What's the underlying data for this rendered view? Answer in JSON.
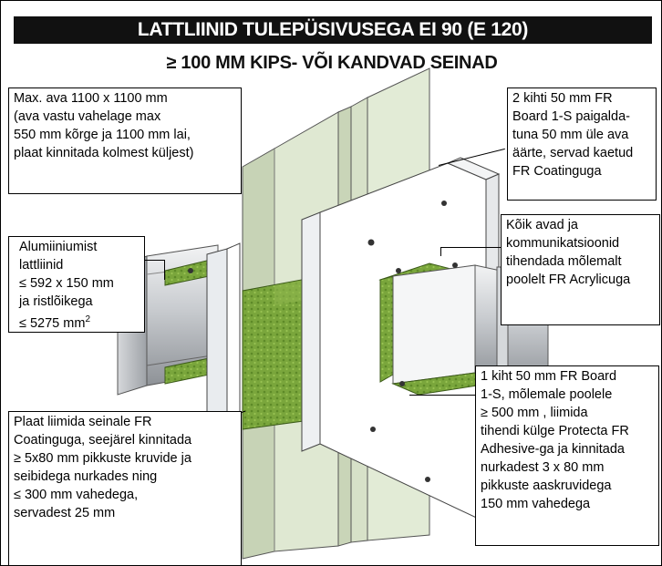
{
  "title": "LATTLIINID TULEPÜSIVUSEGA EI 90 (E 120)",
  "subtitle": "≥ 100 MM KIPS- VÕI KANDVAD SEINAD",
  "callouts": {
    "opening": [
      "Max. ava 1100 x 1100 mm",
      "(ava vastu vahelage max",
      "550 mm kõrge ja 1100 mm lai,",
      "plaat kinnitada kolmest küljest)"
    ],
    "duct": {
      "line1": "Alumiiniumist",
      "line2": "lattliinid",
      "line3": "≤ 592 x 150 mm",
      "line4": "ja ristlõikega",
      "line5": "≤ 5275 mm",
      "line5_sup": "2"
    },
    "board_top": [
      "2 kihti 50 mm FR",
      "Board 1-S paigalda-",
      "tuna 50 mm üle ava",
      "äärte, servad kaetud",
      "FR Coatinguga"
    ],
    "seal": [
      "Kõik avad ja",
      "kommunikatsioonid",
      "tihendada mõlemalt",
      "poolelt FR Acrylicuga"
    ],
    "board_bottom": [
      "1 kiht 50 mm FR Board",
      "1-S, mõlemale poolele",
      "≥ 500 mm , liimida",
      "tihendi külge Protecta FR",
      "Adhesive-ga ja kinnitada",
      "nurkadest 3 x 80 mm",
      "pikkuste  aaskruvidega",
      "150 mm vahedega"
    ],
    "mount": [
      "Plaat liimida seinale FR",
      "Coatinguga, seejärel kinnitada",
      "≥ 5x80 mm pikkuste kruvide ja",
      "seibidega nurkades ning",
      "≤ 300 mm vahedega,",
      "servadest 25 mm"
    ]
  },
  "colors": {
    "title_bg": "#111111",
    "gypsum_face": "#dfe8d2",
    "gypsum_edge": "#c7d3b6",
    "mineral_wool": "#7aa63c",
    "board_white": "#ffffff",
    "duct_metal": "#b9bcc0"
  }
}
